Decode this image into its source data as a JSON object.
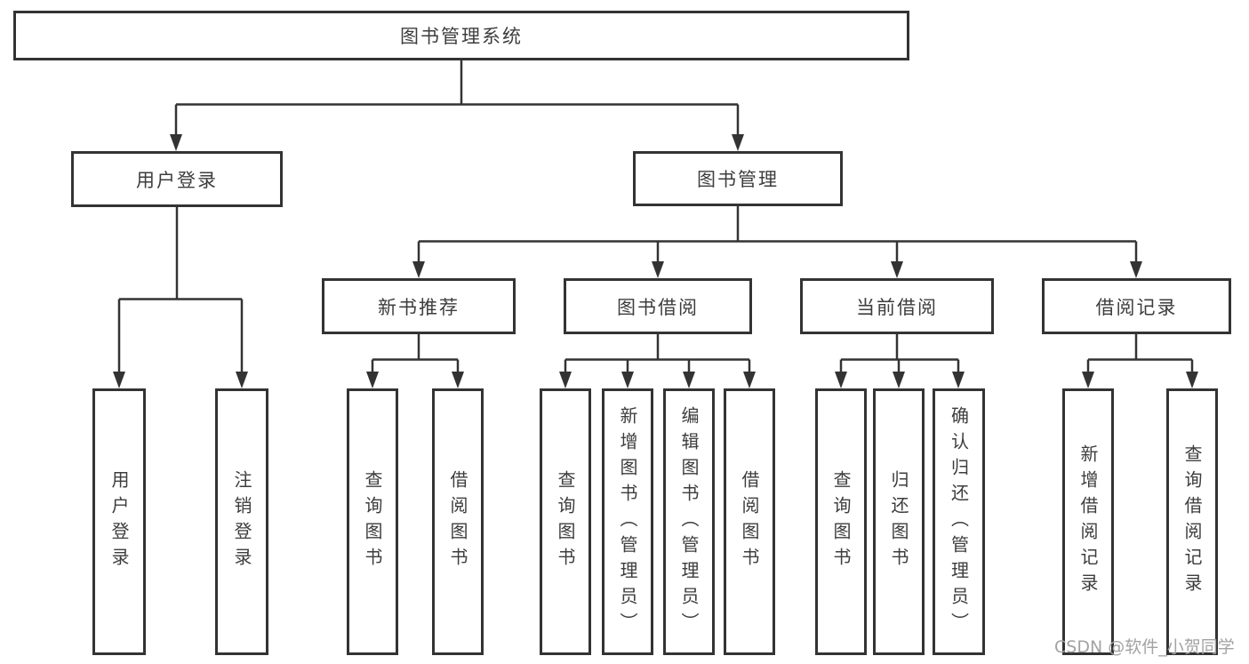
{
  "diagram": {
    "root_label": "图书管理系统",
    "branches": [
      {
        "label": "用户登录",
        "children": [
          {
            "label": "用户登录"
          },
          {
            "label": "注销登录"
          }
        ]
      },
      {
        "label": "图书管理",
        "children": [
          {
            "label": "新书推荐",
            "children": [
              {
                "label": "查询图书"
              },
              {
                "label": "借阅图书"
              }
            ]
          },
          {
            "label": "图书借阅",
            "children": [
              {
                "label": "查询图书"
              },
              {
                "label": "新增图书（管理员）"
              },
              {
                "label": "编辑图书（管理员）"
              },
              {
                "label": "借阅图书"
              }
            ]
          },
          {
            "label": "当前借阅",
            "children": [
              {
                "label": "查询图书"
              },
              {
                "label": "归还图书"
              },
              {
                "label": "确认归还（管理员）"
              }
            ]
          },
          {
            "label": "借阅记录",
            "children": [
              {
                "label": "新增借阅记录"
              },
              {
                "label": "查询借阅记录"
              }
            ]
          }
        ]
      }
    ]
  },
  "watermark": "CSDN @软件_小贺同学",
  "colors": {
    "line": "#333333",
    "text": "#3d3d3d",
    "watermark": "#a3a3a3",
    "background": "#ffffff"
  }
}
